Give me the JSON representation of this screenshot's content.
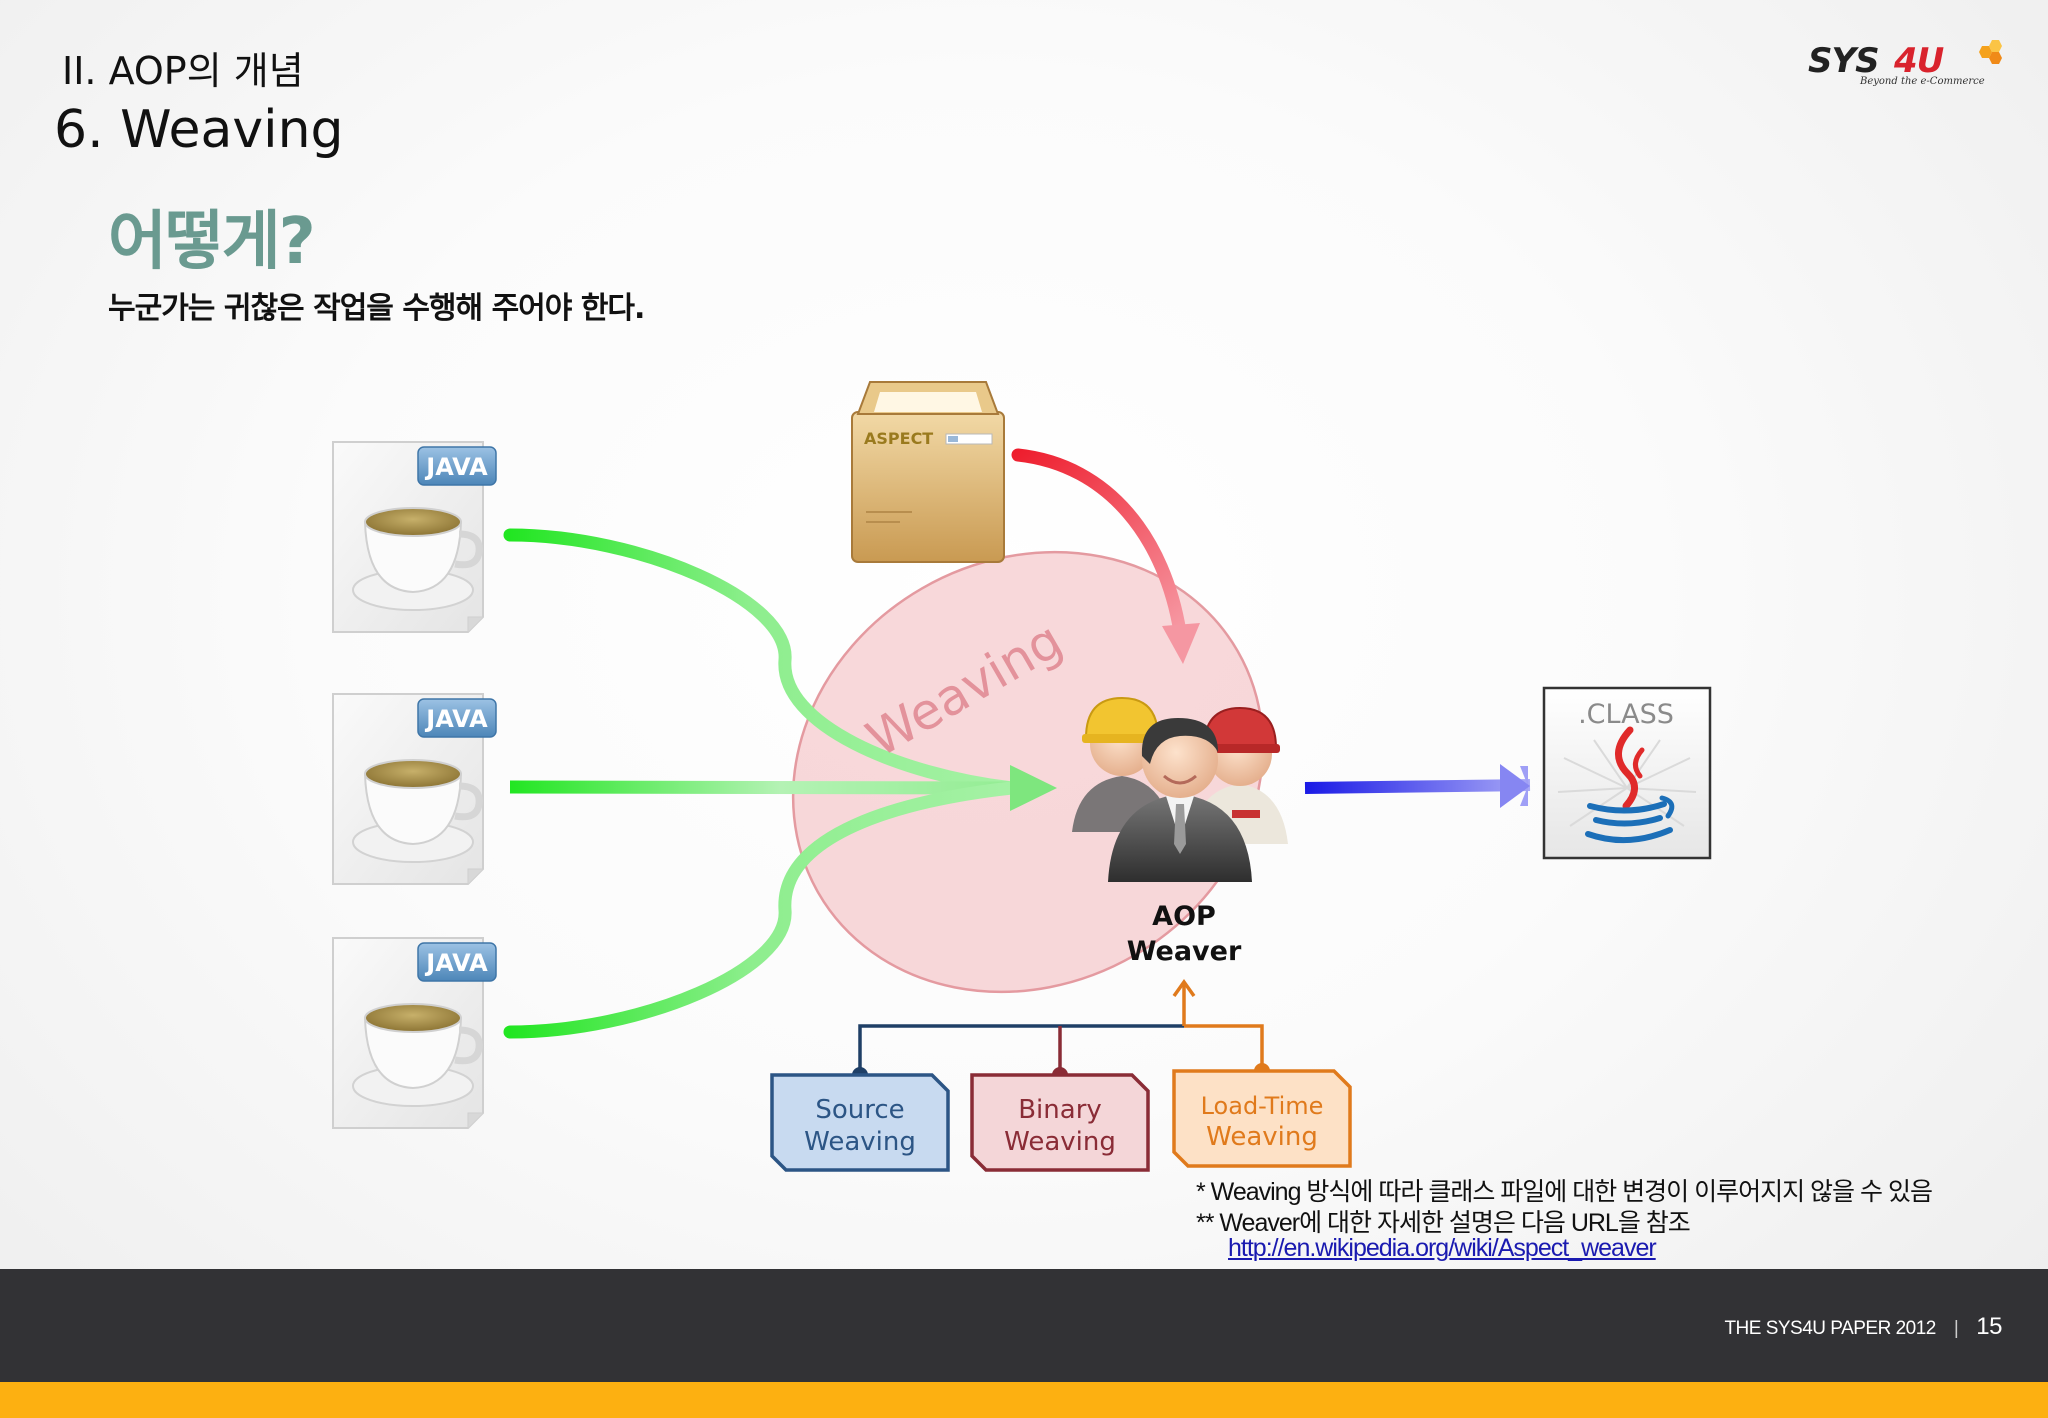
{
  "header": {
    "section": "II. AOP의 개념",
    "title": "6. Weaving",
    "question": "어떻게?",
    "subtitle": "누군가는 귀찮은 작업을 수행해 주어야 한다."
  },
  "logo": {
    "brand": "SYS4U",
    "tagline": "Beyond the e-Commerce"
  },
  "diagram": {
    "java_label": "JAVA",
    "aspect_label": "ASPECT",
    "weaving_label": "Weaving",
    "weaver_line1": "AOP",
    "weaver_line2": "Weaver",
    "class_label": ".CLASS",
    "weaving_types": [
      {
        "line1": "Source",
        "line2": "Weaving"
      },
      {
        "line1": "Binary",
        "line2": "Weaving"
      },
      {
        "line1": "Load-Time",
        "line2": "Weaving"
      }
    ],
    "colors": {
      "green_arrow": "#2ee82e",
      "red_arrow": "#ee2233",
      "blue_arrow": "#2020e8",
      "source": "#2c5585",
      "binary": "#8a2c36",
      "loadtime": "#e07a1c"
    }
  },
  "notes": {
    "note1": "* Weaving 방식에 따라 클래스 파일에 대한 변경이 이루어지지 않을 수 있음",
    "note2": "** Weaver에 대한 자세한 설명은 다음 URL을 참조",
    "url": "http://en.wikipedia.org/wiki/Aspect_weaver"
  },
  "footer": {
    "paper": "THE SYS4U PAPER 2012",
    "separator": "|",
    "page": "15"
  }
}
